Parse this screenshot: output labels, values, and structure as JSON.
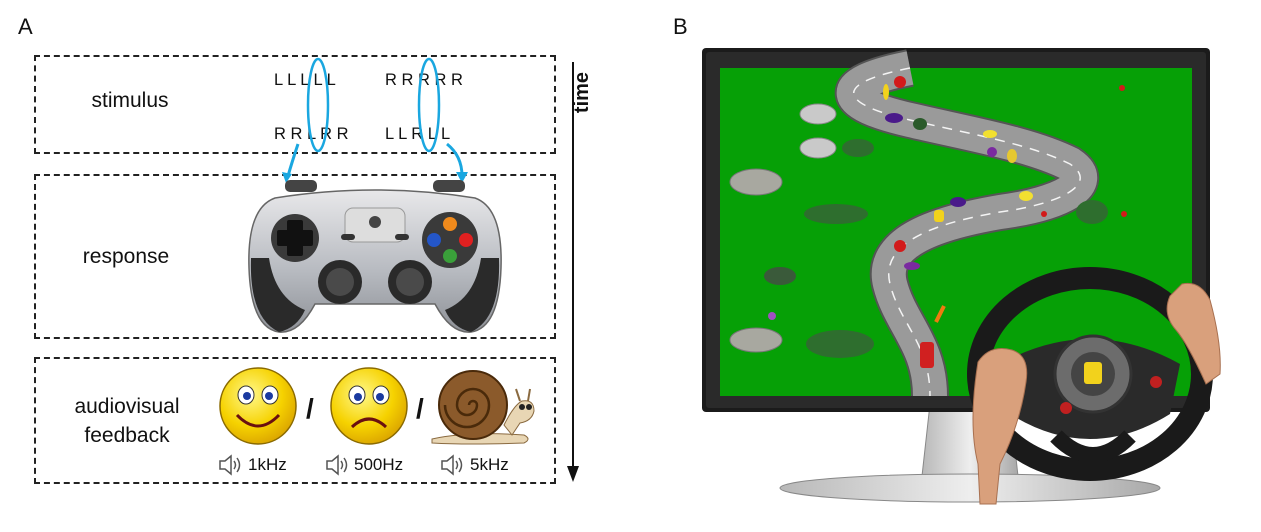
{
  "panels": {
    "a": "A",
    "b": "B"
  },
  "time_label": "time",
  "stages": {
    "stimulus": "stimulus",
    "response": "response",
    "feedback_line1": "audiovisual",
    "feedback_line2": "feedback"
  },
  "stimuli": {
    "left_top": "L L L L L",
    "right_top": "R R R R R",
    "left_bottom": "R R L R R",
    "right_bottom": "L L R L L"
  },
  "feedback": {
    "separator": "/",
    "freq_happy": "1kHz",
    "freq_sad": "500Hz",
    "freq_snail": "5kHz"
  },
  "colors": {
    "highlight": "#1aa7e0",
    "screen_green": "#06a006",
    "road": "#9a9a9a",
    "monitor": "#1b1b1b"
  },
  "icons": [
    "gamepad-icon",
    "happy-face-icon",
    "sad-face-icon",
    "snail-icon",
    "speaker-icon",
    "steering-wheel-icon",
    "monitor-icon"
  ]
}
